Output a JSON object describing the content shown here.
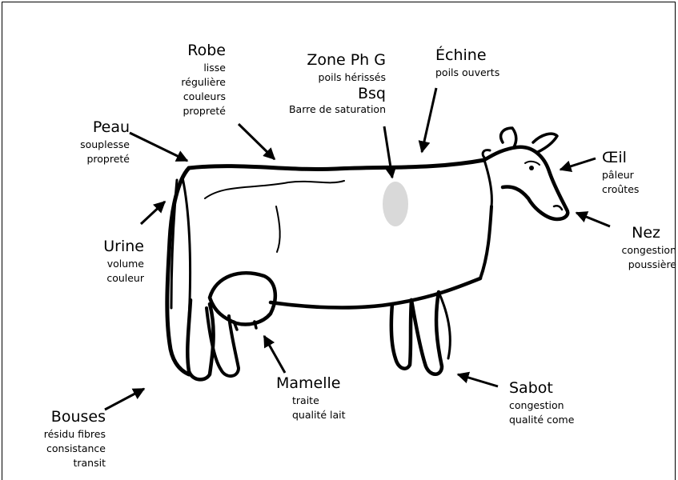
{
  "labels": {
    "robe": {
      "title": "Robe",
      "lines": [
        "lisse",
        "régulière",
        "couleurs",
        "propreté"
      ]
    },
    "zone": {
      "title": "Zone Ph G",
      "line1": "poils hérissés",
      "title2": "Bsq",
      "line2": "Barre de saturation"
    },
    "echine": {
      "title": "Échine",
      "lines": [
        "poils ouverts"
      ]
    },
    "peau": {
      "title": "Peau",
      "lines": [
        "souplesse",
        "propreté"
      ]
    },
    "oeil": {
      "title": "Œil",
      "lines": [
        "pâleur",
        "croûtes"
      ]
    },
    "nez": {
      "title": "Nez",
      "lines": [
        "congestion",
        "poussière"
      ]
    },
    "urine": {
      "title": "Urine",
      "lines": [
        "volume",
        "couleur"
      ]
    },
    "mamelle": {
      "title": "Mamelle",
      "lines": [
        "traite",
        "qualité lait"
      ]
    },
    "sabot": {
      "title": "Sabot",
      "lines": [
        "congestion",
        "qualité come"
      ]
    },
    "bouses": {
      "title": "Bouses",
      "lines": [
        "résidu fibres",
        "consistance",
        "transit"
      ]
    }
  },
  "colors": {
    "ink": "#000000",
    "marker": "#d9d9d9",
    "background": "#ffffff"
  }
}
